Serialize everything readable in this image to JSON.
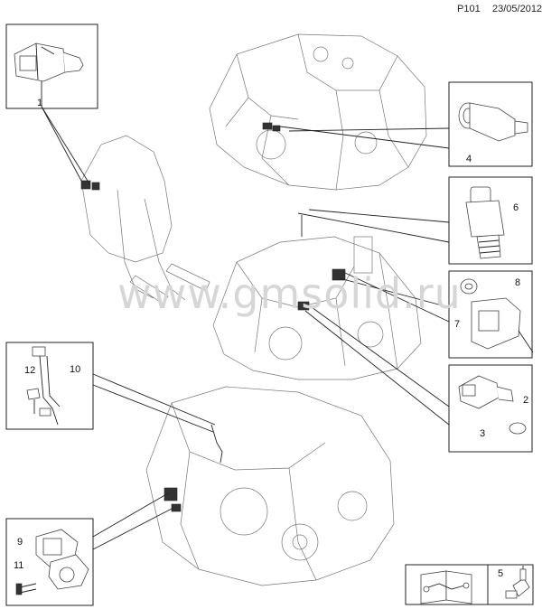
{
  "header": {
    "page_code": "P101",
    "date": "23/05/2012"
  },
  "watermark": "www.gmsolid.ru",
  "callouts": {
    "c1": "1",
    "c2": "2",
    "c3": "3",
    "c4": "4",
    "c5": "5",
    "c6": "6",
    "c7": "7",
    "c8": "8",
    "c9": "9",
    "c10": "10",
    "c11": "11",
    "c12": "12"
  },
  "icons": {
    "manual": "open-book-wrench-icon"
  }
}
